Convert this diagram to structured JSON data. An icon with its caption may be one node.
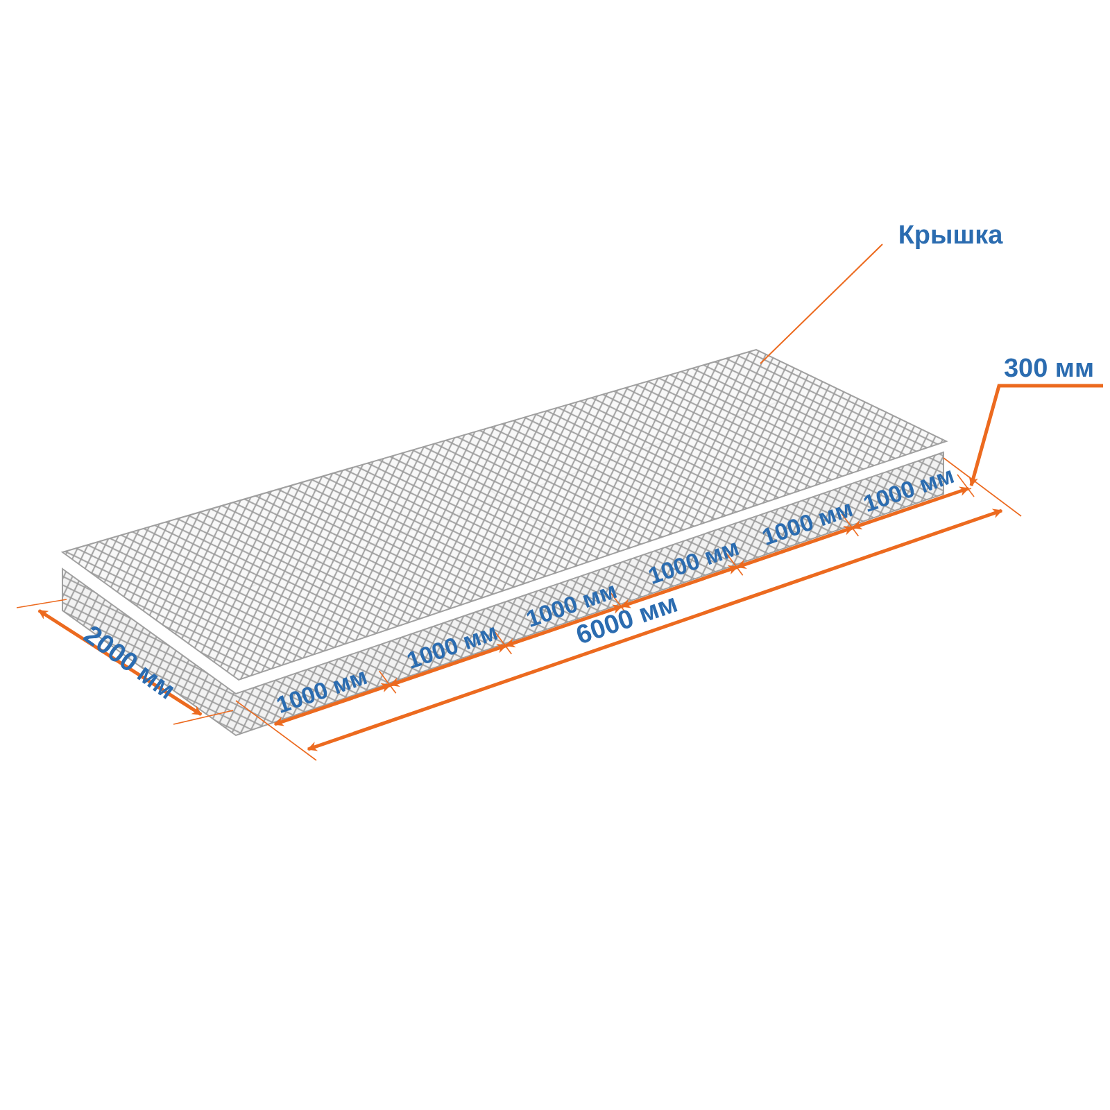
{
  "diagram": {
    "nodes": [
      {
        "text": [
          "Крышка"
        ]
      },
      {
        "text": [],
        "shape": "picture"
      }
    ],
    "edges": [
      {
        "from": 0,
        "to": 1,
        "arrow": "none"
      }
    ],
    "labels": [
      "300 мм",
      "2000 мм",
      "1000 мм",
      "1000 мм",
      "1000 мм",
      "1000 мм",
      "1000 мм",
      "1000 мм",
      "6000 мм"
    ]
  }
}
